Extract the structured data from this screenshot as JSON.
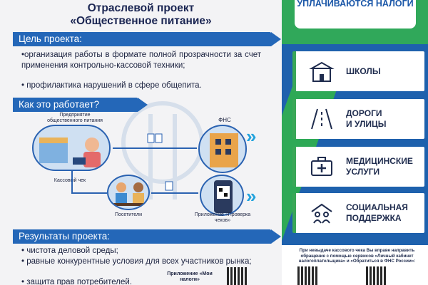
{
  "header": {
    "title_line1": "Отраслевой проект",
    "title_line2": "«Общественное питание»"
  },
  "sections": {
    "goal": {
      "heading": "Цель проекта:",
      "items": [
        "•организация работы в формате полной прозрачности за счет применения контрольно-кассовой техники;",
        "• профилактика нарушений в сфере общепита."
      ]
    },
    "how": {
      "heading": "Как это работает?",
      "labels": {
        "enterprise": "Предприятие общественного питания",
        "fns": "ФНС",
        "cash_receipt": "Кассовый чек",
        "visitors": "Посетители",
        "app": "Приложение «Проверка чеков»"
      }
    },
    "results": {
      "heading": "Результаты проекта:",
      "items": [
        "• чистота деловой среды;",
        "• равные конкурентные условия для всех участников рынка;",
        "• защита прав потребителей."
      ]
    }
  },
  "bottom_app_label": "Приложение «Мои налоги»",
  "right_panel": {
    "heading": "УПЛАЧИВАЮТСЯ НАЛОГИ",
    "cards": [
      {
        "icon": "school-icon",
        "lines": [
          "ШКОЛЫ"
        ]
      },
      {
        "icon": "road-icon",
        "lines": [
          "ДОРОГИ",
          "И УЛИЦЫ"
        ]
      },
      {
        "icon": "medical-kit-icon",
        "lines": [
          "МЕДИЦИНСКИЕ",
          "УСЛУГИ"
        ]
      },
      {
        "icon": "family-icon",
        "lines": [
          "СОЦИАЛЬНАЯ",
          "ПОДДЕРЖКА"
        ]
      }
    ],
    "note": "При невыдаче кассового чека Вы вправе направить обращение с помощью сервисов «Личный кабинет налогоплательщика» и «Обратиться в ФНС России»:"
  },
  "colors": {
    "primary_blue": "#2467b8",
    "green": "#30a85a",
    "accent_cyan": "#22a3dd",
    "dark_text": "#1c2340"
  }
}
